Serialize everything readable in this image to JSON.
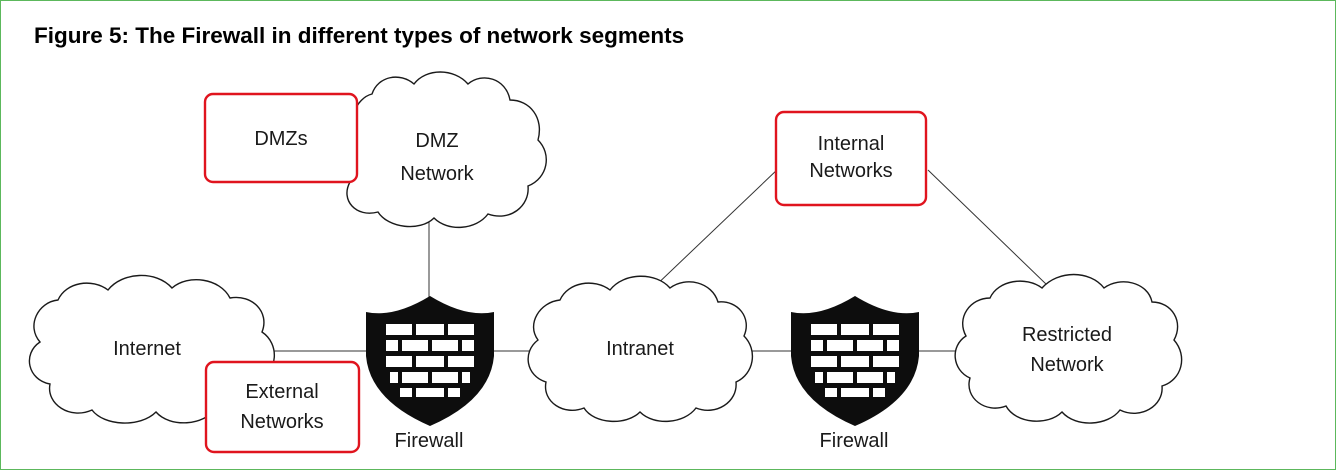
{
  "figure": {
    "title": "Figure 5: The Firewall in different types of network segments",
    "accent_border_color": "#5cb85c",
    "highlight_box_color": "#e0141e"
  },
  "clouds": {
    "dmz_network": [
      "DMZ",
      "Network"
    ],
    "internet": [
      "Internet"
    ],
    "intranet": [
      "Intranet"
    ],
    "restricted_network": [
      "Restricted",
      "Network"
    ]
  },
  "highlight_boxes": {
    "dmzs": [
      "DMZs"
    ],
    "internal_networks": [
      "Internal",
      "Networks"
    ],
    "external_networks": [
      "External",
      "Networks"
    ]
  },
  "firewalls": {
    "left": {
      "label": "Firewall",
      "icon": "firewall-shield-icon"
    },
    "right": {
      "label": "Firewall",
      "icon": "firewall-shield-icon"
    }
  }
}
